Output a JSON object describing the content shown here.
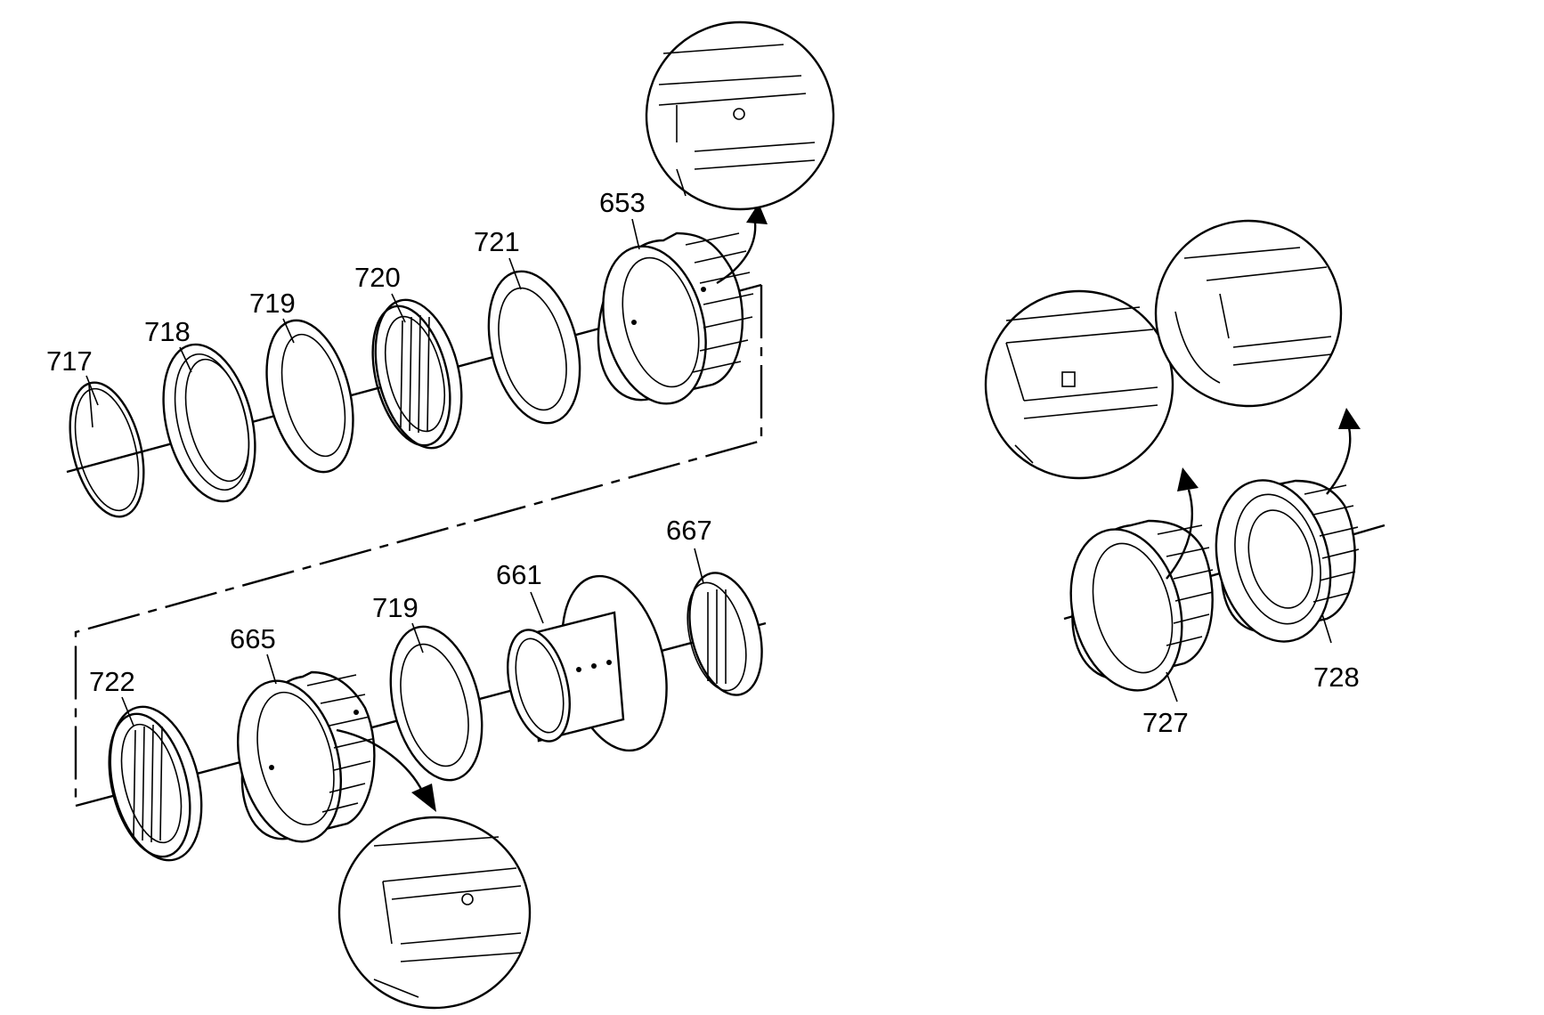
{
  "diagram": {
    "part_labels": {
      "p717": "717",
      "p718": "718",
      "p719a": "719",
      "p720": "720",
      "p721": "721",
      "p653": "653",
      "p722": "722",
      "p665": "665",
      "p719b": "719",
      "p661": "661",
      "p667": "667",
      "p727": "727",
      "p728": "728"
    }
  }
}
